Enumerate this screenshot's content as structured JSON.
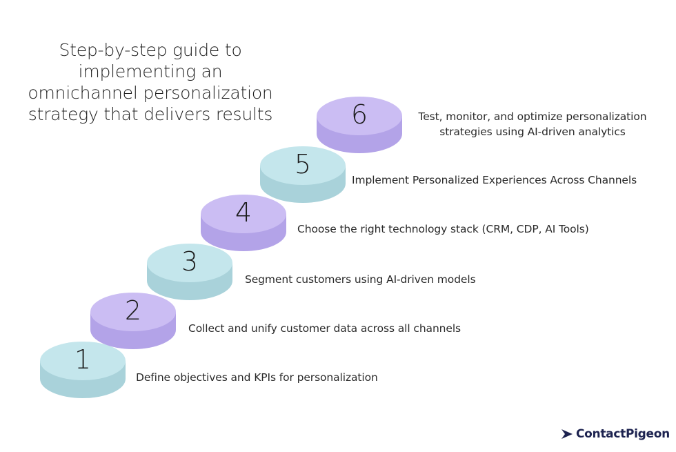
{
  "title": "Step-by-step guide to\nimplementing an\nomnichannel personalization\nstrategy that delivers results",
  "colors": {
    "blue_top": "#c4e6ec",
    "blue_side": "#a9d2da",
    "purple_top": "#cbbdf3",
    "purple_side": "#b3a3e8",
    "brand": "#1d2350"
  },
  "steps": [
    {
      "number": "1",
      "text": "Define objectives and KPIs for personalization",
      "color": "blue"
    },
    {
      "number": "2",
      "text": "Collect and unify customer data across all channels",
      "color": "purple"
    },
    {
      "number": "3",
      "text": "Segment customers using AI-driven models",
      "color": "blue"
    },
    {
      "number": "4",
      "text": "Choose the right technology stack (CRM, CDP, AI Tools)",
      "color": "purple"
    },
    {
      "number": "5",
      "text": "Implement Personalized Experiences Across Channels",
      "color": "blue"
    },
    {
      "number": "6",
      "text": "Test, monitor, and optimize personalization\nstrategies using AI-driven analytics",
      "color": "purple"
    }
  ],
  "logo": {
    "text": "ContactPigeon",
    "icon": "pigeon-arrow-icon"
  }
}
